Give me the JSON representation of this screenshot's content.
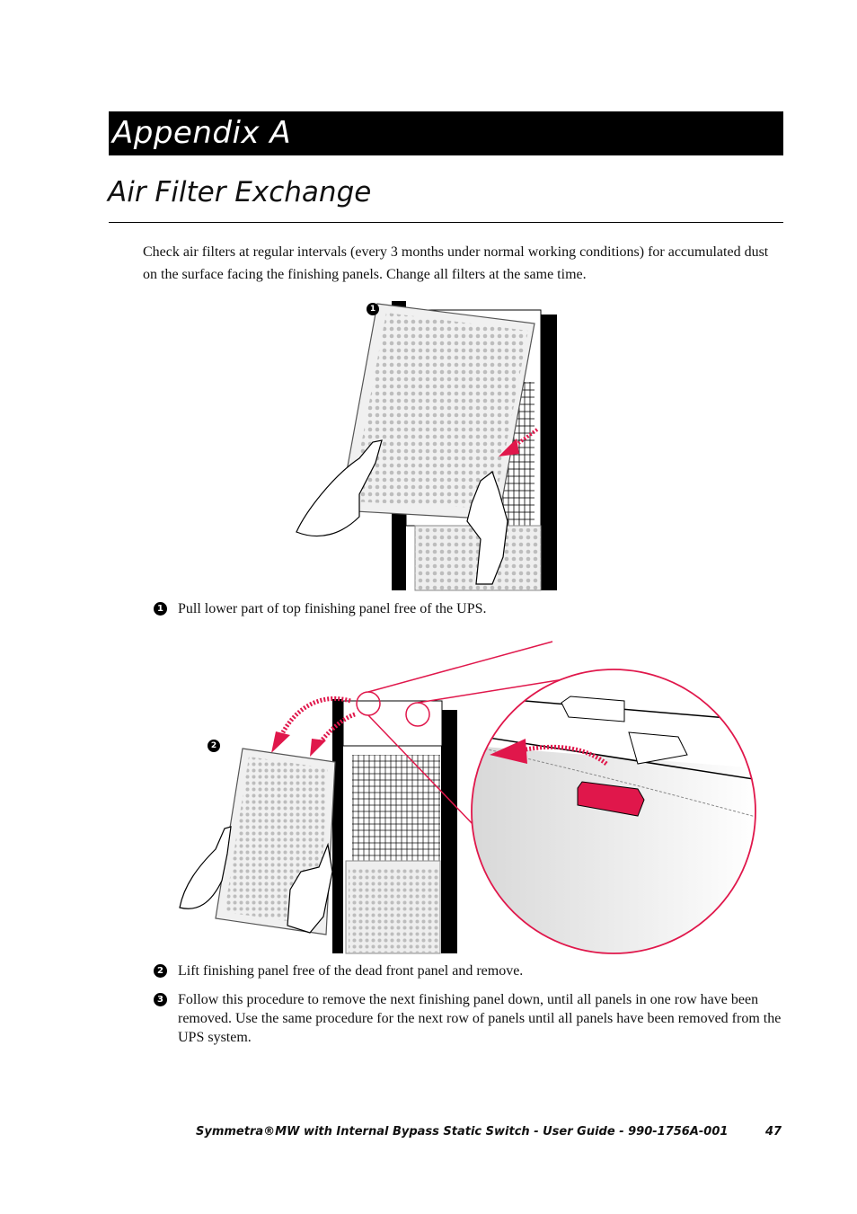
{
  "header": {
    "appendix": "Appendix A",
    "section_title": "Air Filter Exchange"
  },
  "intro": "Check air filters at regular intervals (every 3 months under normal working conditions) for accumulated dust on the surface facing the finishing panels. Change all filters at the same time.",
  "figures": [
    {
      "callout": "1"
    },
    {
      "callout": "2"
    }
  ],
  "steps": [
    {
      "num": "1",
      "text": "Pull lower part of top finishing panel free of the UPS."
    },
    {
      "num": "2",
      "text": "Lift finishing panel free of the dead front panel and remove."
    },
    {
      "num": "3",
      "text": "Follow this procedure to remove the next finishing panel down, until all panels in one row have been removed. Use the same procedure for the next row of panels until all panels have been removed from the UPS system."
    }
  ],
  "footer": {
    "text": "Symmetra®MW with Internal Bypass Static Switch - User Guide - 990-1756A-001",
    "page": "47"
  },
  "colors": {
    "accent": "#e0174b",
    "bar": "#000000"
  }
}
